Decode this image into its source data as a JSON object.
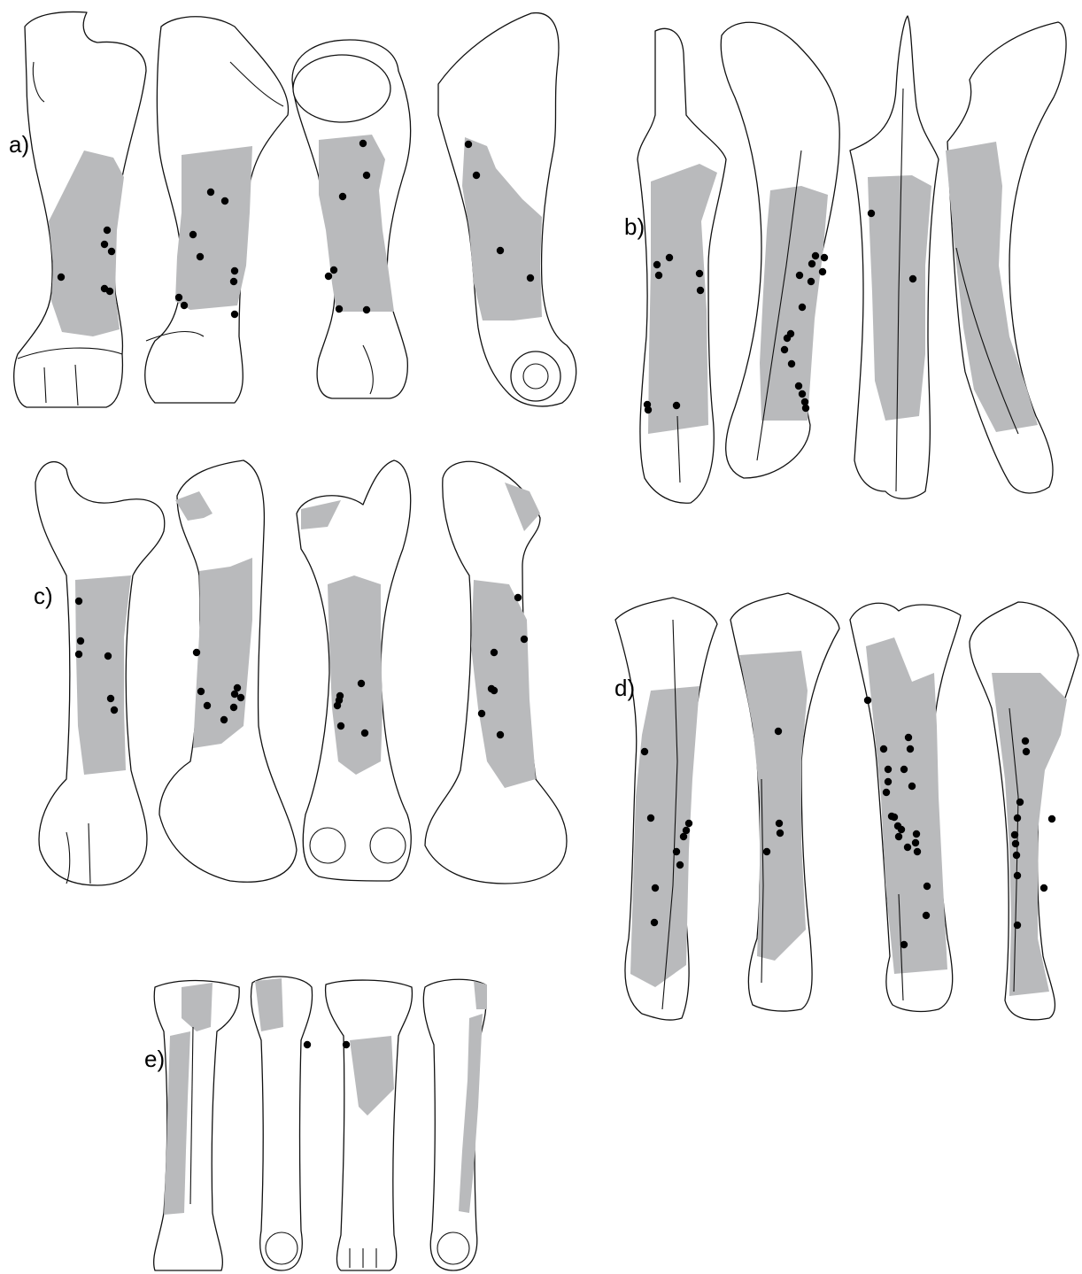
{
  "panels": [
    {
      "id": "a",
      "label": "a)"
    },
    {
      "id": "b",
      "label": "b)"
    },
    {
      "id": "c",
      "label": "c)"
    },
    {
      "id": "d",
      "label": "d)"
    },
    {
      "id": "e",
      "label": "e)"
    }
  ],
  "colors": {
    "outline": "#111111",
    "shaded_area": "#b9babc",
    "marker_dot": "#000000",
    "background": "#ffffff"
  }
}
